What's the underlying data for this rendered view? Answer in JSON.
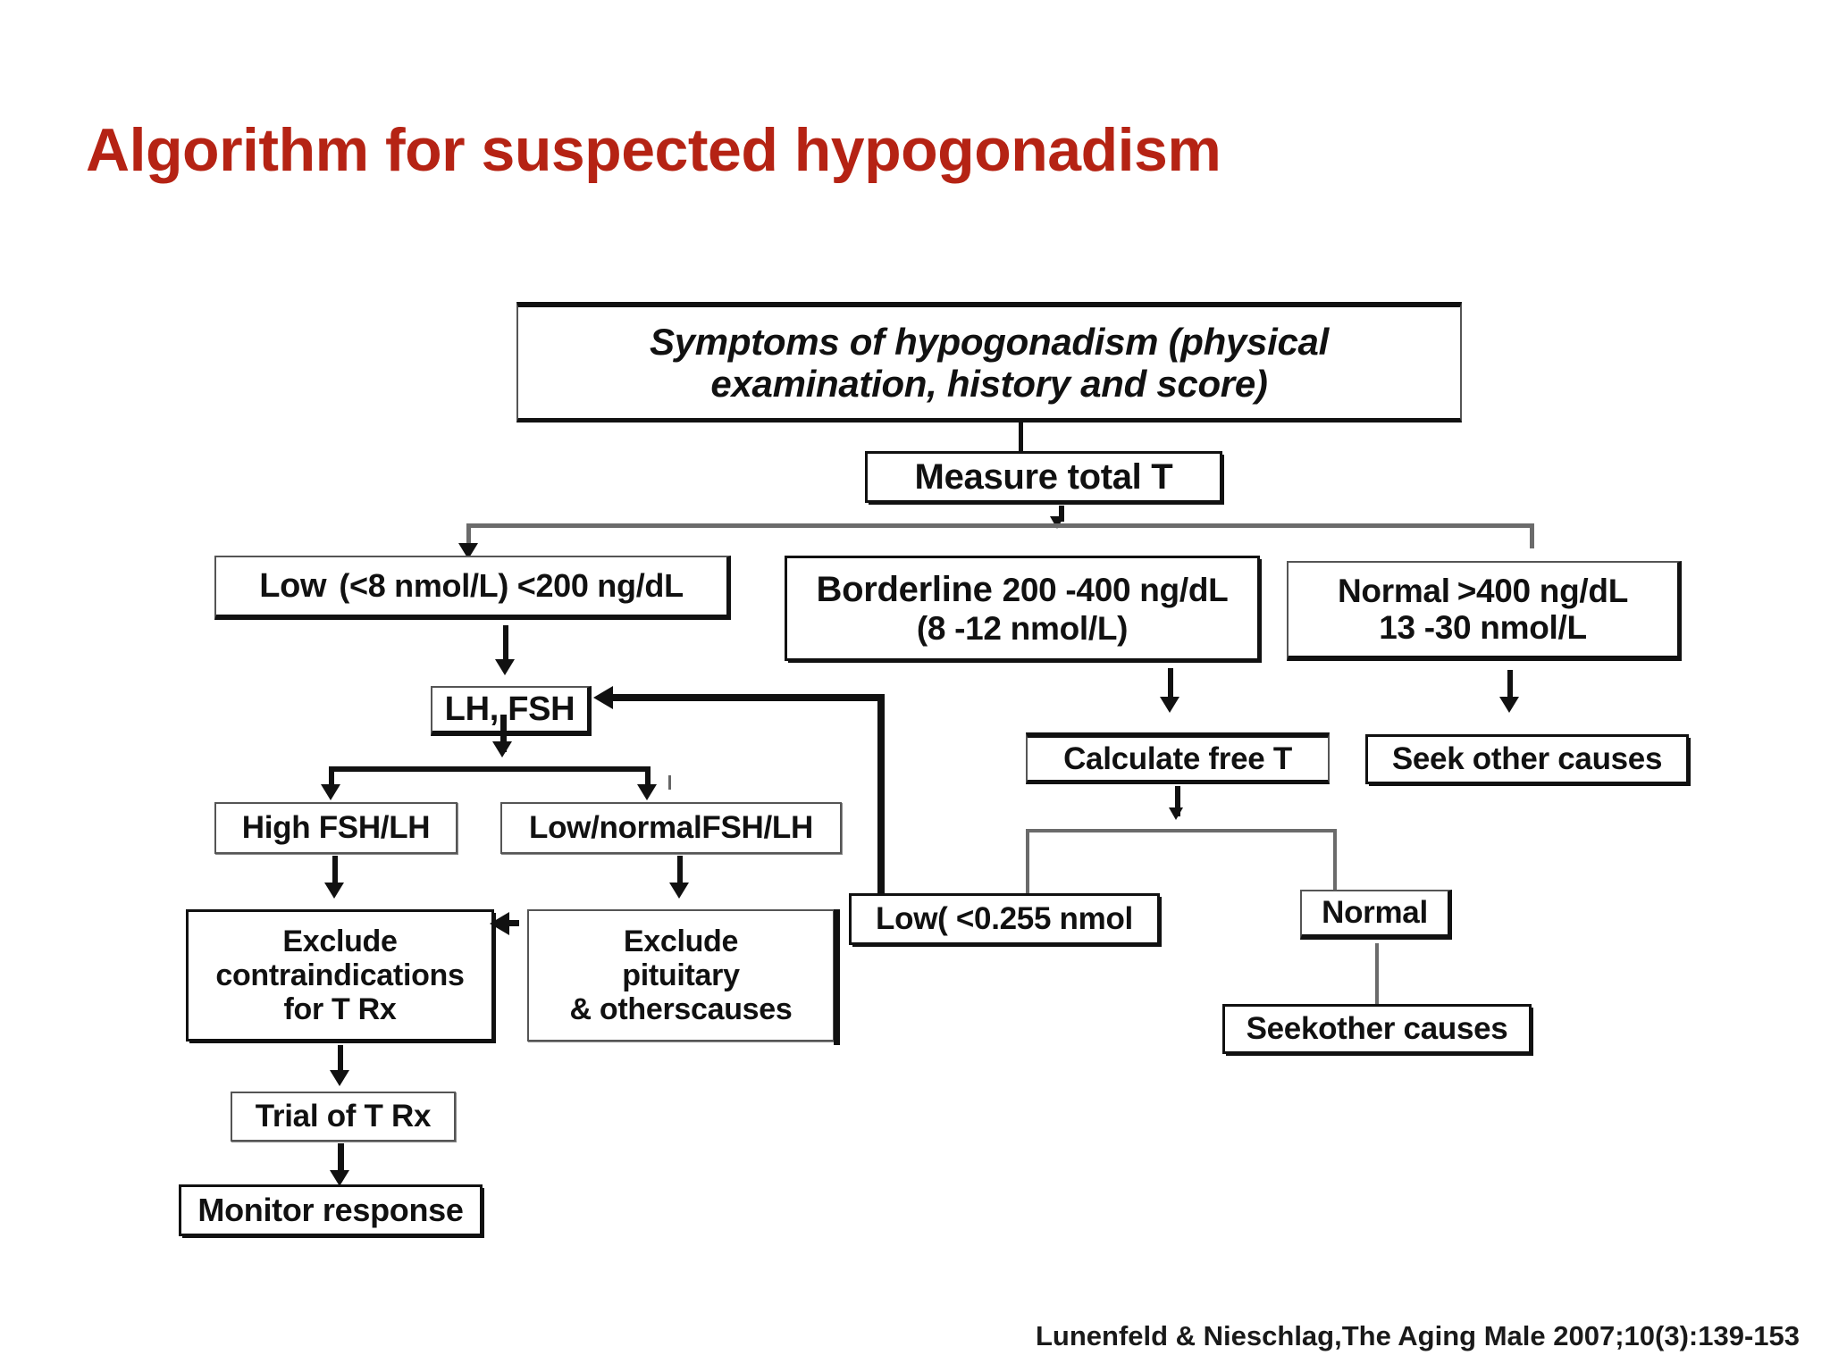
{
  "slide": {
    "title": "Algorithm for suspected hypogonadism",
    "title_color": "#b52314",
    "background_color": "#ffffff",
    "citation": "Lunenfeld & Nieschlag,The Aging Male 2007;10(3):139-153"
  },
  "flowchart": {
    "type": "clinical-decision-algorithm",
    "nodes": {
      "symptoms": {
        "line1": "Symptoms of hypogonadism (physical",
        "line2": "examination, history and score)"
      },
      "measure_total_t": {
        "label": "Measure total T"
      },
      "low_total_t": {
        "lead": "Low",
        "rest": "(<8 nmol/L) <200 ng/dL"
      },
      "borderline_total_t": {
        "lead": "Borderline",
        "rest": "200 -400 ng/dL",
        "line2": "(8 -12 nmol/L)"
      },
      "normal_total_t": {
        "lead": "Normal",
        "rest": ">400 ng/dL",
        "line2": "13 -30 nmol/L"
      },
      "lh_fsh": {
        "label": "LH, FSH"
      },
      "high_fsh_lh": {
        "label": "High FSH/LH"
      },
      "low_normal_fsh_lh": {
        "label": "Low/normalFSH/LH"
      },
      "exclude_contraindications": {
        "line1": "Exclude",
        "line2": "contraindications",
        "line3": "for T Rx"
      },
      "exclude_pituitary": {
        "line1": "Exclude",
        "line2": "pituitary",
        "line3": "& otherscauses"
      },
      "trial_of_t_rx": {
        "label": "Trial of T Rx"
      },
      "monitor_response": {
        "label": "Monitor response"
      },
      "calculate_free_t": {
        "label": "Calculate free T"
      },
      "seek_other_causes_right": {
        "label": "Seek other causes"
      },
      "low_free_t": {
        "label": "Low( <0.255 nmol"
      },
      "normal_free_t": {
        "label": "Normal"
      },
      "seek_other_causes_bottom": {
        "label": "Seekother causes"
      }
    }
  }
}
